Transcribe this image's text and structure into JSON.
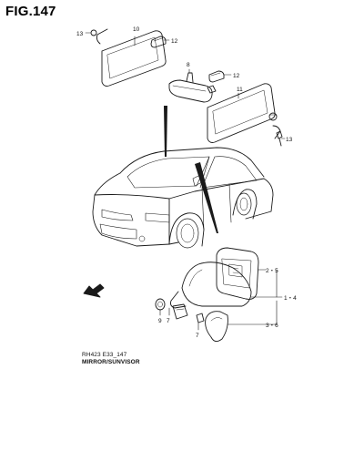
{
  "figure": {
    "title": "FIG.147",
    "code": "RH423 E33_147",
    "caption": "MIRROR/SUNVISOR"
  },
  "callouts": {
    "sunvisor_left": "10",
    "clip_left": "12",
    "screw_left": "13",
    "rearview_mirror": "8",
    "clip_right": "12",
    "sunvisor_right": "11",
    "screw_right": "13",
    "mirror_glass": "2・5",
    "mirror_assy": "1・4",
    "mirror_cover": "3・6",
    "grommet": "9",
    "pad": "7",
    "cap": "7"
  },
  "colors": {
    "line": "#1a1a1a",
    "background": "#ffffff"
  }
}
